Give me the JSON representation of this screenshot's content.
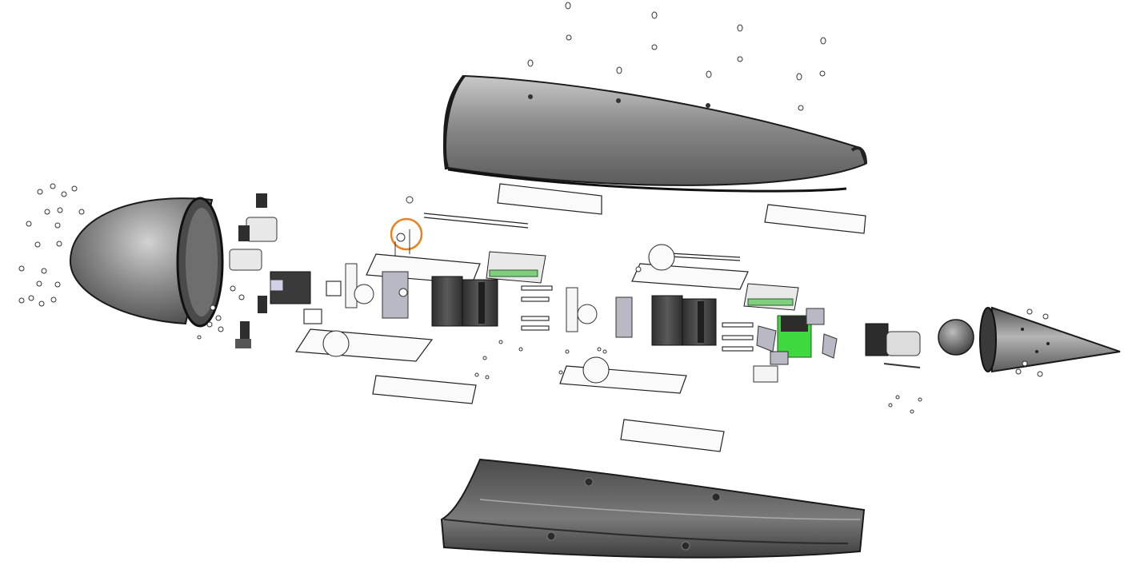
{
  "diagram": {
    "kind": "exploded-assembly",
    "colors": {
      "background": "#ffffff",
      "shell_dark": "#5b5b5b",
      "shell_mid": "#8a8a8a",
      "shell_light": "#c9c9c9",
      "outline": "#1a1a1a",
      "motor_dark": "#3c3c3c",
      "battery_green": "#3fd93f",
      "pcb_green": "#7fcf7f",
      "highlight_ring": "#e8821e",
      "bracket_gray": "#a9a9b8"
    },
    "components": [
      "nose-dome",
      "upper-hull-shell",
      "lower-hull-shell",
      "tail-cone",
      "camera-gimbal",
      "stepper-motor-1",
      "stepper-motor-2",
      "controller-board-1",
      "controller-board-2",
      "battery-pack",
      "pump-motor",
      "float-ball",
      "mounting-plate-1",
      "mounting-plate-2",
      "highlighted-part"
    ]
  }
}
